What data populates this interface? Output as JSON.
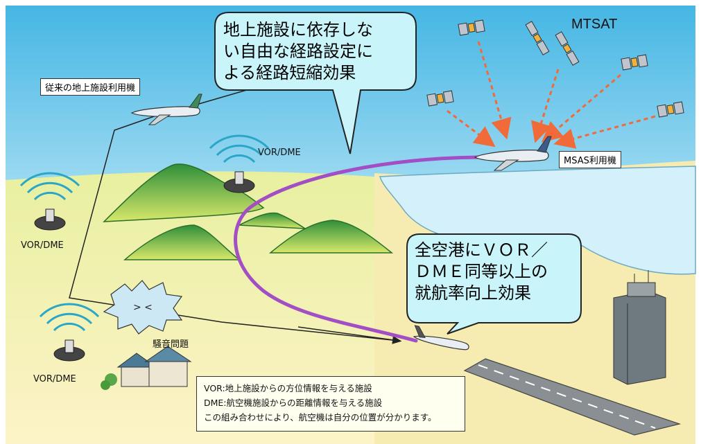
{
  "callouts": {
    "top_lines": [
      "地上施設に依存しな",
      "い自由な経路設定に",
      "よる経路短縮効果"
    ],
    "bottom_lines": [
      "全空港にＶＯＲ／",
      "ＤＭＥ同等以上の",
      "就航率向上効果"
    ]
  },
  "labels": {
    "mtsat": "MTSAT",
    "conventional_aircraft": "従来の地上施設利用機",
    "msas_aircraft": "MSAS利用機",
    "vor_dme_center": "VOR/DME",
    "vor_dme_left": "VOR/DME",
    "vor_dme_bottom_left": "VOR/DME",
    "noise_problem": "騒音問題"
  },
  "legend": {
    "line1": "VOR:地上施設からの方位情報を与える施設",
    "line2": "DME:航空機施設からの距離情報を与える施設",
    "line3": "この組み合わせにより、航空機は自分の位置が分かります。"
  },
  "colors": {
    "sky": "#62c3e8",
    "ground": "#f5e8a4",
    "sea": "#d4f0fb",
    "route": "#a24ec4",
    "signal_arrow": "#f06a3a",
    "callout_fill": "#c8f4fa",
    "mountain": "#3e9a3a"
  }
}
